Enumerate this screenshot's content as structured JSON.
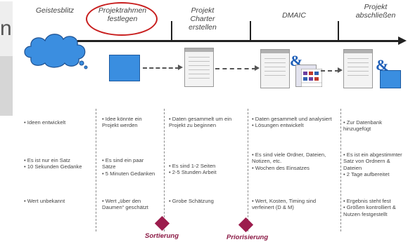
{
  "phases": [
    {
      "title": "Geistesblitz"
    },
    {
      "title": "Projektrahmen festlegen"
    },
    {
      "title": "Projekt Charter erstellen"
    },
    {
      "title": "DMAIC"
    },
    {
      "title": "Projekt abschließen"
    }
  ],
  "side_letter": "n",
  "amp_symbol": "&",
  "rows": {
    "row1": [
      "• Ideen entwickelt",
      "• Idee könnte ein Projekt werden",
      "• Daten gesammelt um ein Projekt zu beginnen",
      "• Daten gesammelt und analysiert\n• Lösungen entwickelt",
      "• Zur Datenbank hinzugefügt"
    ],
    "row2": [
      "• Es ist nur ein Satz\n• 10 Sekunden Gedanke",
      "• Es sind ein paar Sätze\n• 5 Minuten Gedanken",
      "• Es sind 1-2 Seiten\n• 2-5 Stunden Arbeit",
      "• Es sind viele Ordner, Dateien, Notizen, etc.\n• Wochen des Einsatzes",
      "• Es ist ein abgestimmter Satz von Ordnern & Dateien\n• 2 Tage aufbereitet"
    ],
    "row3": [
      "• Wert unbekannt",
      "• Wert „über den Daumen“ geschätzt",
      "• Grobe Schätzung",
      "• Wert, Kosten, Timing sind verfeinert (D & M)",
      "• Ergebnis steht fest\n• Größen kontrolliert & Nutzen festgestellt"
    ]
  },
  "gates": [
    {
      "label": "Sortierung"
    },
    {
      "label": "Priorisierung"
    }
  ],
  "colors": {
    "cloud": "#3b8ee0",
    "ellipse": "#c81e1e",
    "gate": "#9c1d4d",
    "timeline": "#222222"
  }
}
